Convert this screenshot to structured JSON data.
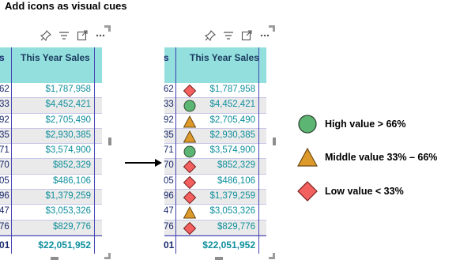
{
  "page": {
    "title": "Add icons as visual cues"
  },
  "table": {
    "header": "This Year Sales",
    "rows": [
      {
        "prefix": "62",
        "value": "$1,787,958",
        "icon": "diamond"
      },
      {
        "prefix": "33",
        "value": "$4,452,421",
        "icon": "circle"
      },
      {
        "prefix": "92",
        "value": "$2,705,490",
        "icon": "triangle"
      },
      {
        "prefix": "35",
        "value": "$2,930,385",
        "icon": "triangle"
      },
      {
        "prefix": "71",
        "value": "$3,574,900",
        "icon": "circle"
      },
      {
        "prefix": "70",
        "value": "$852,329",
        "icon": "diamond"
      },
      {
        "prefix": "05",
        "value": "$486,106",
        "icon": "diamond"
      },
      {
        "prefix": "96",
        "value": "$1,379,259",
        "icon": "diamond"
      },
      {
        "prefix": "47",
        "value": "$3,053,326",
        "icon": "triangle"
      },
      {
        "prefix": "76",
        "value": "$829,776",
        "icon": "diamond"
      }
    ],
    "total": {
      "prefix": "01",
      "value": "$22,051,952"
    }
  },
  "toolbar_icons": [
    "pin-icon",
    "filter-icon",
    "focus-mode-icon",
    "more-options-icon"
  ],
  "legend": {
    "high": "High value  > 66%",
    "middle": "Middle value  33% – 66%",
    "low": "Low value  < 33%"
  },
  "colors": {
    "header_bg": "#92dfde",
    "value_text": "#0e8f9c",
    "grid_line": "#4343b0",
    "circle_green": "#5db573",
    "triangle_gold": "#dd9a2b",
    "diamond_red": "#f2605f"
  }
}
